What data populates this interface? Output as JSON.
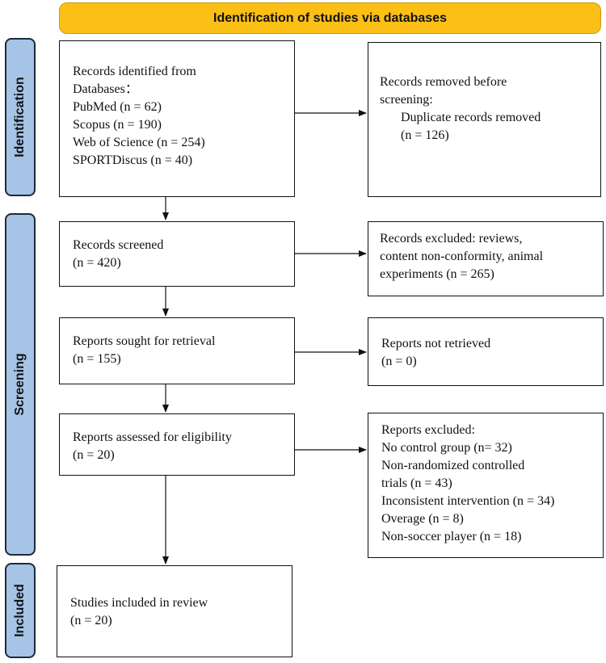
{
  "header": {
    "title": "Identification of studies via databases"
  },
  "phases": {
    "identification": "Identification",
    "screening": "Screening",
    "included": "Included"
  },
  "boxes": {
    "records_identified": [
      "Records identified from",
      "Databases：",
      "PubMed (n = 62)",
      "Scopus (n = 190)",
      "Web of Science (n = 254)",
      "SPORTDiscus (n = 40)"
    ],
    "records_removed": [
      "Records removed before",
      "screening:",
      "Duplicate records removed",
      "(n = 126)"
    ],
    "records_screened": [
      "Records screened",
      "(n = 420)"
    ],
    "records_excluded": [
      "Records excluded: reviews,",
      "content non-conformity, animal",
      "experiments (n = 265)"
    ],
    "reports_sought": [
      "Reports sought for retrieval",
      "(n = 155)"
    ],
    "reports_not_retrieved": [
      "Reports not retrieved",
      "(n = 0)"
    ],
    "reports_assessed": [
      "Reports assessed for eligibility",
      "(n = 20)"
    ],
    "reports_excluded": [
      "Reports excluded:",
      "No control group (n= 32)",
      "Non-randomized controlled",
      "trials (n = 43)",
      "Inconsistent intervention (n = 34)",
      "Overage (n = 8)",
      "Non-soccer player (n = 18)"
    ],
    "studies_included": [
      "Studies included in review",
      "(n = 20)"
    ]
  }
}
